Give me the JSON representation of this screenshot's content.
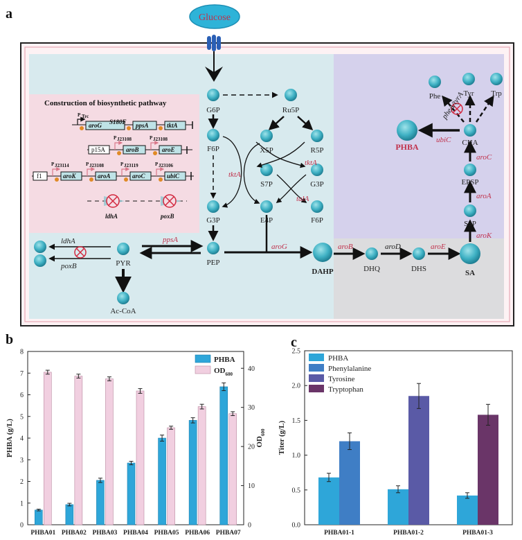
{
  "panel_labels": {
    "a": "a",
    "b": "b",
    "c": "c"
  },
  "pathway": {
    "glucose": "Glucose",
    "construction_title": "Construction of biosynthetic pathway",
    "plasmids": [
      {
        "promoter": "P",
        "promoter_sub": "Trc",
        "genes": [
          "aroG",
          "ppsA",
          "tktA"
        ],
        "gene0_sup": "S180F"
      },
      {
        "backbone": "p15A",
        "promoter_subs": [
          "J23108",
          "J23108"
        ],
        "genes": [
          "aroB",
          "aroE"
        ]
      },
      {
        "backbone": "f1",
        "promoter_subs": [
          "J23114",
          "J23108",
          "J23119",
          "J23106"
        ],
        "genes": [
          "aroK",
          "aroA",
          "aroC",
          "ubiC"
        ]
      }
    ],
    "deletions": [
      "ldhA",
      "poxB"
    ],
    "metabolites": {
      "G6P": "G6P",
      "F6P": "F6P",
      "G3P": "G3P",
      "PEP": "PEP",
      "PYR": "PYR",
      "AcCoA": "Ac-CoA",
      "Ru5P": "Ru5P",
      "X5P": "X5P",
      "R5P": "R5P",
      "S7P": "S7P",
      "G3P2": "G3P",
      "E4P": "E4P",
      "F6P2": "F6P",
      "DAHP": "DAHP",
      "DHQ": "DHQ",
      "DHS": "DHS",
      "SA": "SA",
      "S3P": "S3P",
      "EPSP": "EPSP",
      "CHA": "CHA",
      "PHBA": "PHBA",
      "Phe": "Phe",
      "Tyr": "Tyr",
      "Trp": "Trp"
    },
    "enzymes": {
      "tktA1": "tktA",
      "tktA2": "tktA",
      "talA": "talA",
      "ppsA": "ppsA",
      "ldhA": "ldhA",
      "poxB": "poxB",
      "aroG": "aroG",
      "aroB": "aroB",
      "aroD": "aroD",
      "aroE": "aroE",
      "aroK": "aroK",
      "aroA": "aroA",
      "aroC": "aroC",
      "ubiC": "ubiC",
      "pheAtyrA": "pheA/tyrA"
    }
  },
  "chart_data": [
    {
      "type": "bar",
      "panel": "b",
      "categories": [
        "PHBA01",
        "PHBA02",
        "PHBA03",
        "PHBA04",
        "PHBA05",
        "PHBA06",
        "PHBA07"
      ],
      "series": [
        {
          "name": "PHBA",
          "axis": "left",
          "color": "#2ea6d9",
          "values": [
            0.68,
            0.93,
            2.05,
            2.85,
            4.0,
            4.82,
            6.37
          ],
          "errors": [
            0.04,
            0.06,
            0.1,
            0.08,
            0.14,
            0.12,
            0.18
          ]
        },
        {
          "name": "OD",
          "name_sub": "600",
          "axis": "right",
          "color": "#f1cfe0",
          "values": [
            39.0,
            38.0,
            37.3,
            34.2,
            24.8,
            30.2,
            28.4
          ],
          "errors": [
            0.5,
            0.5,
            0.5,
            0.6,
            0.4,
            0.6,
            0.5
          ]
        }
      ],
      "ylabel": "PHBA (g/L)",
      "y2label": "OD",
      "y2label_sub": "600",
      "ylim": [
        0,
        8
      ],
      "yticks": [
        "0",
        "1",
        "2",
        "3",
        "4",
        "5",
        "6",
        "7",
        "8"
      ],
      "y2lim": [
        0,
        44.3
      ],
      "y2ticks": [
        "0",
        "10",
        "20",
        "30",
        "40"
      ],
      "legend": "top-right",
      "grid": false
    },
    {
      "type": "bar",
      "panel": "c",
      "categories": [
        "PHBA01-1",
        "PHBA01-2",
        "PHBA01-3"
      ],
      "series": [
        {
          "name": "PHBA",
          "color": "#2ea6d9",
          "values": [
            0.68,
            0.51,
            0.42
          ],
          "errors": [
            0.06,
            0.05,
            0.04
          ]
        },
        {
          "name": "Phenylalanine",
          "color": "#3f7ec5",
          "values": [
            1.2,
            null,
            null
          ],
          "errors": [
            0.12,
            null,
            null
          ]
        },
        {
          "name": "Tyrosine",
          "color": "#5a5aa6",
          "values": [
            null,
            1.85,
            null
          ],
          "errors": [
            null,
            0.18,
            null
          ]
        },
        {
          "name": "Tryptophan",
          "color": "#6a3568",
          "values": [
            null,
            null,
            1.58
          ],
          "errors": [
            null,
            null,
            0.15
          ]
        }
      ],
      "ylabel": "Titer (g/L)",
      "ylim": [
        0,
        2.5
      ],
      "yticks": [
        "0.0",
        "0.5",
        "1.0",
        "1.5",
        "2.0",
        "2.5"
      ],
      "legend": "top-left",
      "grid": false
    }
  ]
}
